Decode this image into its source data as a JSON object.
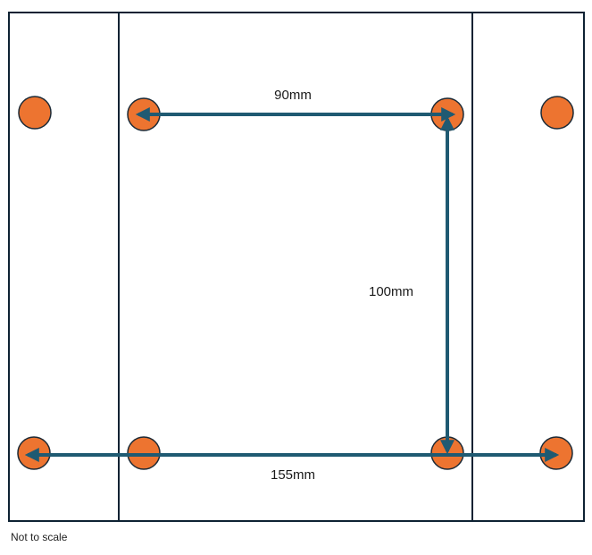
{
  "colors": {
    "outline": "#0e2233",
    "hole_fill": "#ed7430",
    "hole_stroke": "#1c2a36",
    "arrow": "#1f5a72"
  },
  "dimensions": {
    "top": "90mm",
    "vertical": "100mm",
    "bottom": "155mm"
  },
  "note": "Not to scale",
  "holes": {
    "count": 8,
    "shape": "circle"
  }
}
